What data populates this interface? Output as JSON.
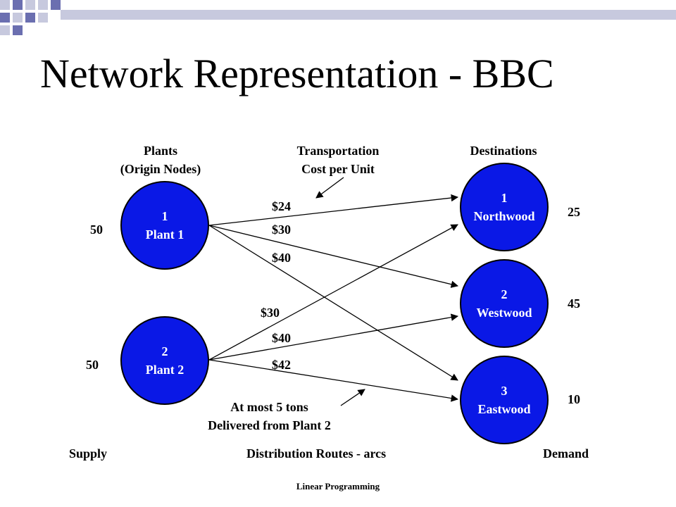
{
  "title": "Network Representation - BBC",
  "headers": {
    "plants_line1": "Plants",
    "plants_line2": "(Origin Nodes)",
    "cost_line1": "Transportation",
    "cost_line2": "Cost per Unit",
    "destinations": "Destinations"
  },
  "plants": [
    {
      "number": "1",
      "name": "Plant 1",
      "supply": "50"
    },
    {
      "number": "2",
      "name": "Plant 2",
      "supply": "50"
    }
  ],
  "destinations": [
    {
      "number": "1",
      "name": "Northwood",
      "demand": "25"
    },
    {
      "number": "2",
      "name": "Westwood",
      "demand": "45"
    },
    {
      "number": "3",
      "name": "Eastwood",
      "demand": "10"
    }
  ],
  "costs": {
    "p1_north": "$24",
    "p1_west": "$30",
    "p1_east": "$40",
    "p2_north": "$30",
    "p2_west": "$40",
    "p2_east": "$42"
  },
  "note": {
    "line1": "At most 5 tons",
    "line2": "Delivered from Plant 2"
  },
  "bottom_labels": {
    "supply": "Supply",
    "routes": "Distribution Routes - arcs",
    "demand": "Demand"
  },
  "footer": "Linear Programming",
  "colors": {
    "node_fill": "#0a18e6",
    "corner_dark": "#6b6fb0",
    "corner_light": "#c7c9de"
  }
}
